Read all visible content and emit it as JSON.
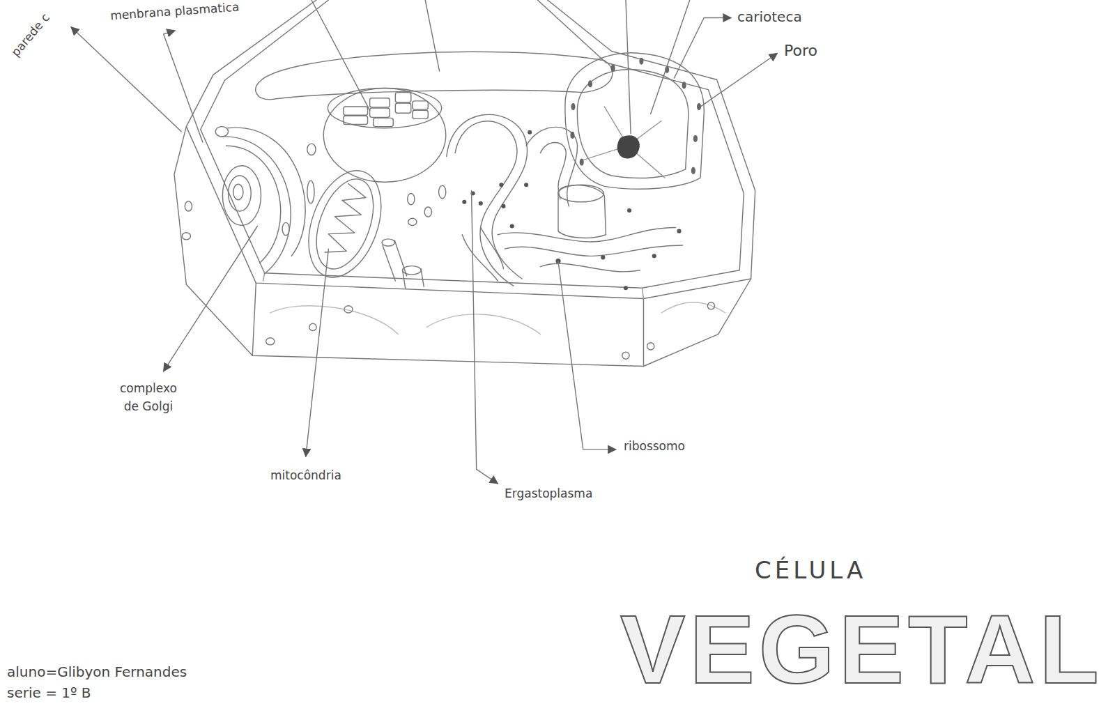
{
  "diagram": {
    "title": "CÉLULA",
    "labels": [
      "parede c",
      "menbrana plasmatica",
      "carioteca",
      "Poro",
      "complexo de Golgi",
      "mitocôndria",
      "Ergastoplasma",
      "ribossomo",
      "VEGETAL",
      "aluno=Glibyon Fernandes",
      "serie = 1º B"
    ]
  }
}
